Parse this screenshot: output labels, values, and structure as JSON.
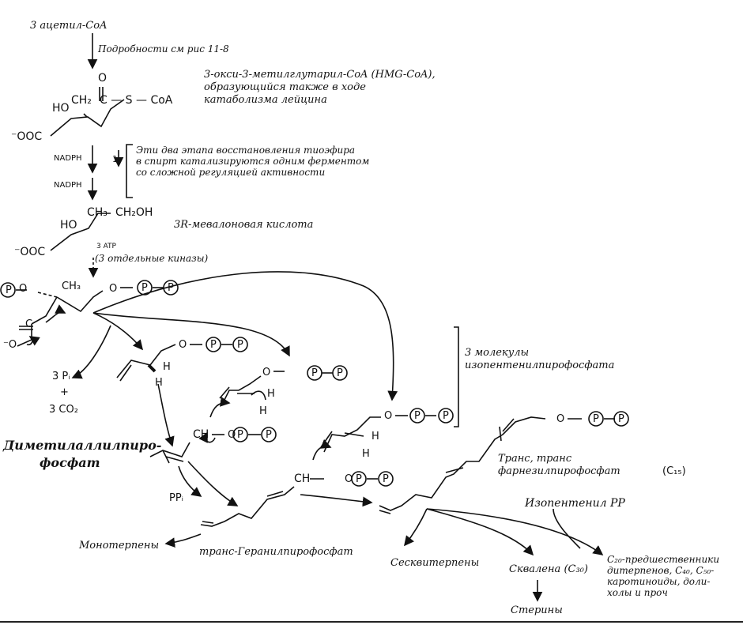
{
  "start_compound": "3 ацетил-CoA",
  "details_ref": "Подробности см рис 11-8",
  "hmg": {
    "oxo": "O",
    "ho": "HO",
    "ch2": "CH₂",
    "thio": "C — S — CoA",
    "carboxylate": "⁻OOC",
    "caption_1": "3-окси-3-метилглутарил-CoA (HMG-CoA),",
    "caption_2": "образующийся также в ходе",
    "caption_3": "катаболизма лейцина"
  },
  "reduction": {
    "nadph_1": "NADPH",
    "nadph_2": "NADPH",
    "step_num": "1",
    "note_1": "Эти два этапа восстановления тиоэфира",
    "note_2": "в спирт катализируются одним ферментом",
    "note_3": "со сложной регуляцией активности"
  },
  "mevalonate": {
    "ho": "HO",
    "ch3": "CH₃",
    "ch2oh": "CH₂OH",
    "carboxylate": "⁻OOC",
    "name": "3R-мевалоновая кислота",
    "atp": "3 ATP",
    "kinases": "(3 отдельные киназы)"
  },
  "intermediate": {
    "p": "P",
    "o": "O",
    "ch3": "CH₃",
    "o_minus": "⁻O",
    "c": "C"
  },
  "byproducts": {
    "pi": "3 Pᵢ",
    "plus": "+",
    "co2": "3 CO₂"
  },
  "ipp_label_1": "3 молекулы",
  "ipp_label_2": "изопентенилпирофосфата",
  "dmapp_1": "Диметилаллилпиро-",
  "dmapp_2": "фосфат",
  "dmapp_ch": "CH",
  "h": "H",
  "ppi": "PPᵢ",
  "geranyl_ch": "CH",
  "farnesyl_1": "Транс, транс",
  "farnesyl_2": "фарнезилпирофосфат",
  "farnesyl_c": "(C₁₅)",
  "ipp_pp": "Изопентенил PP",
  "products": {
    "monoterpenes": "Монотерпены",
    "geranyl": "транс-Геранилпирофосфат",
    "sesquiterpenes": "Сесквитерпены",
    "squalene": "Скваленa (C₃₀)",
    "sterols": "Стерины",
    "c20_1": "C₂₀-предшественники",
    "c20_2": "дитерпенов, C₄₀, C₅₀-",
    "c20_3": "каротиноиды, доли-",
    "c20_4": "холы и проч"
  }
}
